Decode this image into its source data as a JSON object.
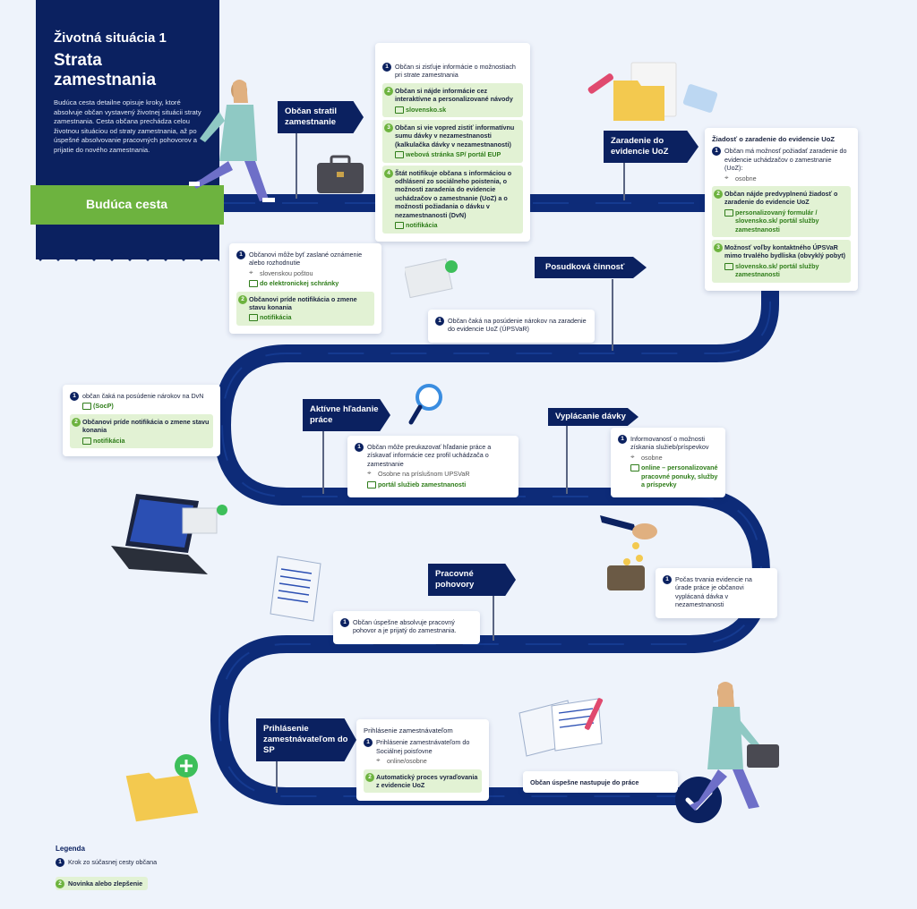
{
  "header": {
    "subtitle": "Životná situácia 1",
    "title": "Strata zamestnania",
    "description": "Budúca cesta detailne opisuje kroky, ktoré absolvuje občan vystavený životnej situácii straty zamestnania. Cesta občana prechádza celou životnou situáciou od straty zamestnania, až po úspešné absolvovanie pracovných pohovorov a prijatie do nového zamestnania.",
    "band": "Budúca cesta"
  },
  "flags": {
    "f1": "Občan stratil zamestnanie",
    "f2": "Zaradenie do evidencie UoZ",
    "f3": "Posudková činnosť",
    "f4": "Aktívne hľadanie práce",
    "f5": "Vyplácanie dávky",
    "f6": "Pracovné pohovory",
    "f7": "Prihlásenie zamestnávateľom do SP"
  },
  "card_top": {
    "s1": "Občan si zisťuje informácie o možnostiach pri strate zamestnania",
    "g2": "Občan si nájde informácie cez interaktívne a personalizované návody",
    "g2c": "slovensko.sk",
    "g3": "Občan si vie vopred zistiť informatívnu sumu dávky v nezamestnanosti (kalkulačka dávky v nezamestnanosti)",
    "g3c": "webová stránka SP/ portál EUP",
    "g4": "Štát notifikuje občana s informáciou o odhlásení zo sociálneho poistenia, o možnosti zaradenia do evidencie uchádzačov o zamestnanie (UoZ) a o možnosti požiadania o dávku v nezamestnanosti (DvN)",
    "g4c": "notifikácia"
  },
  "card_uoz": {
    "title": "Žiadosť o zaradenie do evidencie UoZ",
    "s1": "Občan má možnosť požiadať zaradenie do evidencie uchádzačov o zamestnanie (UoZ):",
    "s1l": "osobne",
    "g2": "Občan nájde predvyplnenú žiadosť o zaradenie do evidencie UoZ",
    "g2c": "personalizovaný formulár / slovensko.sk/ portál služby zamestnanosti",
    "g3": "Možnosť voľby kontaktného ÚPSVaR mimo trvalého bydliska (obvyklý pobyt)",
    "g3c": "slovensko.sk/ portál služby zamestnanosti"
  },
  "card_letter": {
    "s1": "Občanovi môže byť zaslané oznámenie alebo rozhodnutie",
    "s1l": "slovenskou poštou",
    "s1c": "do elektronickej schránky",
    "g2": "Občanovi príde notifikácia o zmene stavu konania",
    "g2c": "notifikácia"
  },
  "card_wait_uoz": {
    "s1": "Občan čaká na posúdenie nárokov na zaradenie do evidencie UoZ (ÚPSVaR)"
  },
  "card_dvn": {
    "s1": "občan čaká na posúdenie nárokov na DvN",
    "s1c": "(SocP)",
    "g2": "Občanovi príde notifikácia o zmene stavu konania",
    "g2c": "notifikácia"
  },
  "card_search": {
    "s1": "Občan môže preukazovať hľadanie práce a získavať informácie cez profil uchádzača o zamestnanie",
    "s1l": "Osobne na príslušnom UPSVaR",
    "s1c": "portál služieb zamestnanosti"
  },
  "card_pay": {
    "s1": "Informovanosť o možnosti získania služieb/príspevkov",
    "s1l": "osobne",
    "s1c": "online – personalizované pracovné ponuky, služby a príspevky"
  },
  "card_benefit": {
    "s1": "Počas trvania evidencie na úrade práce je občanovi vyplácaná dávka v nezamestnanosti"
  },
  "card_interview": {
    "s1": "Občan úspešne absolvuje pracovný pohovor a je prijatý do zamestnania."
  },
  "card_employer": {
    "title": "Prihlásenie zamestnávateľom",
    "s1": "Prihlásenie zamestnávateľom do Sociálnej poisťovne",
    "s1l": "online/osobne",
    "g2": "Automatický proces vyraďovania z evidencie UoZ"
  },
  "card_end": {
    "s1": "Občan úspešne nastupuje do práce"
  },
  "legend": {
    "title": "Legenda",
    "l1": "Krok zo súčasnej cesty občana",
    "l2": "Novinka alebo zlepšenie"
  },
  "colors": {
    "navy": "#0b2160",
    "green": "#6db33f",
    "road": "#0d2b78"
  }
}
